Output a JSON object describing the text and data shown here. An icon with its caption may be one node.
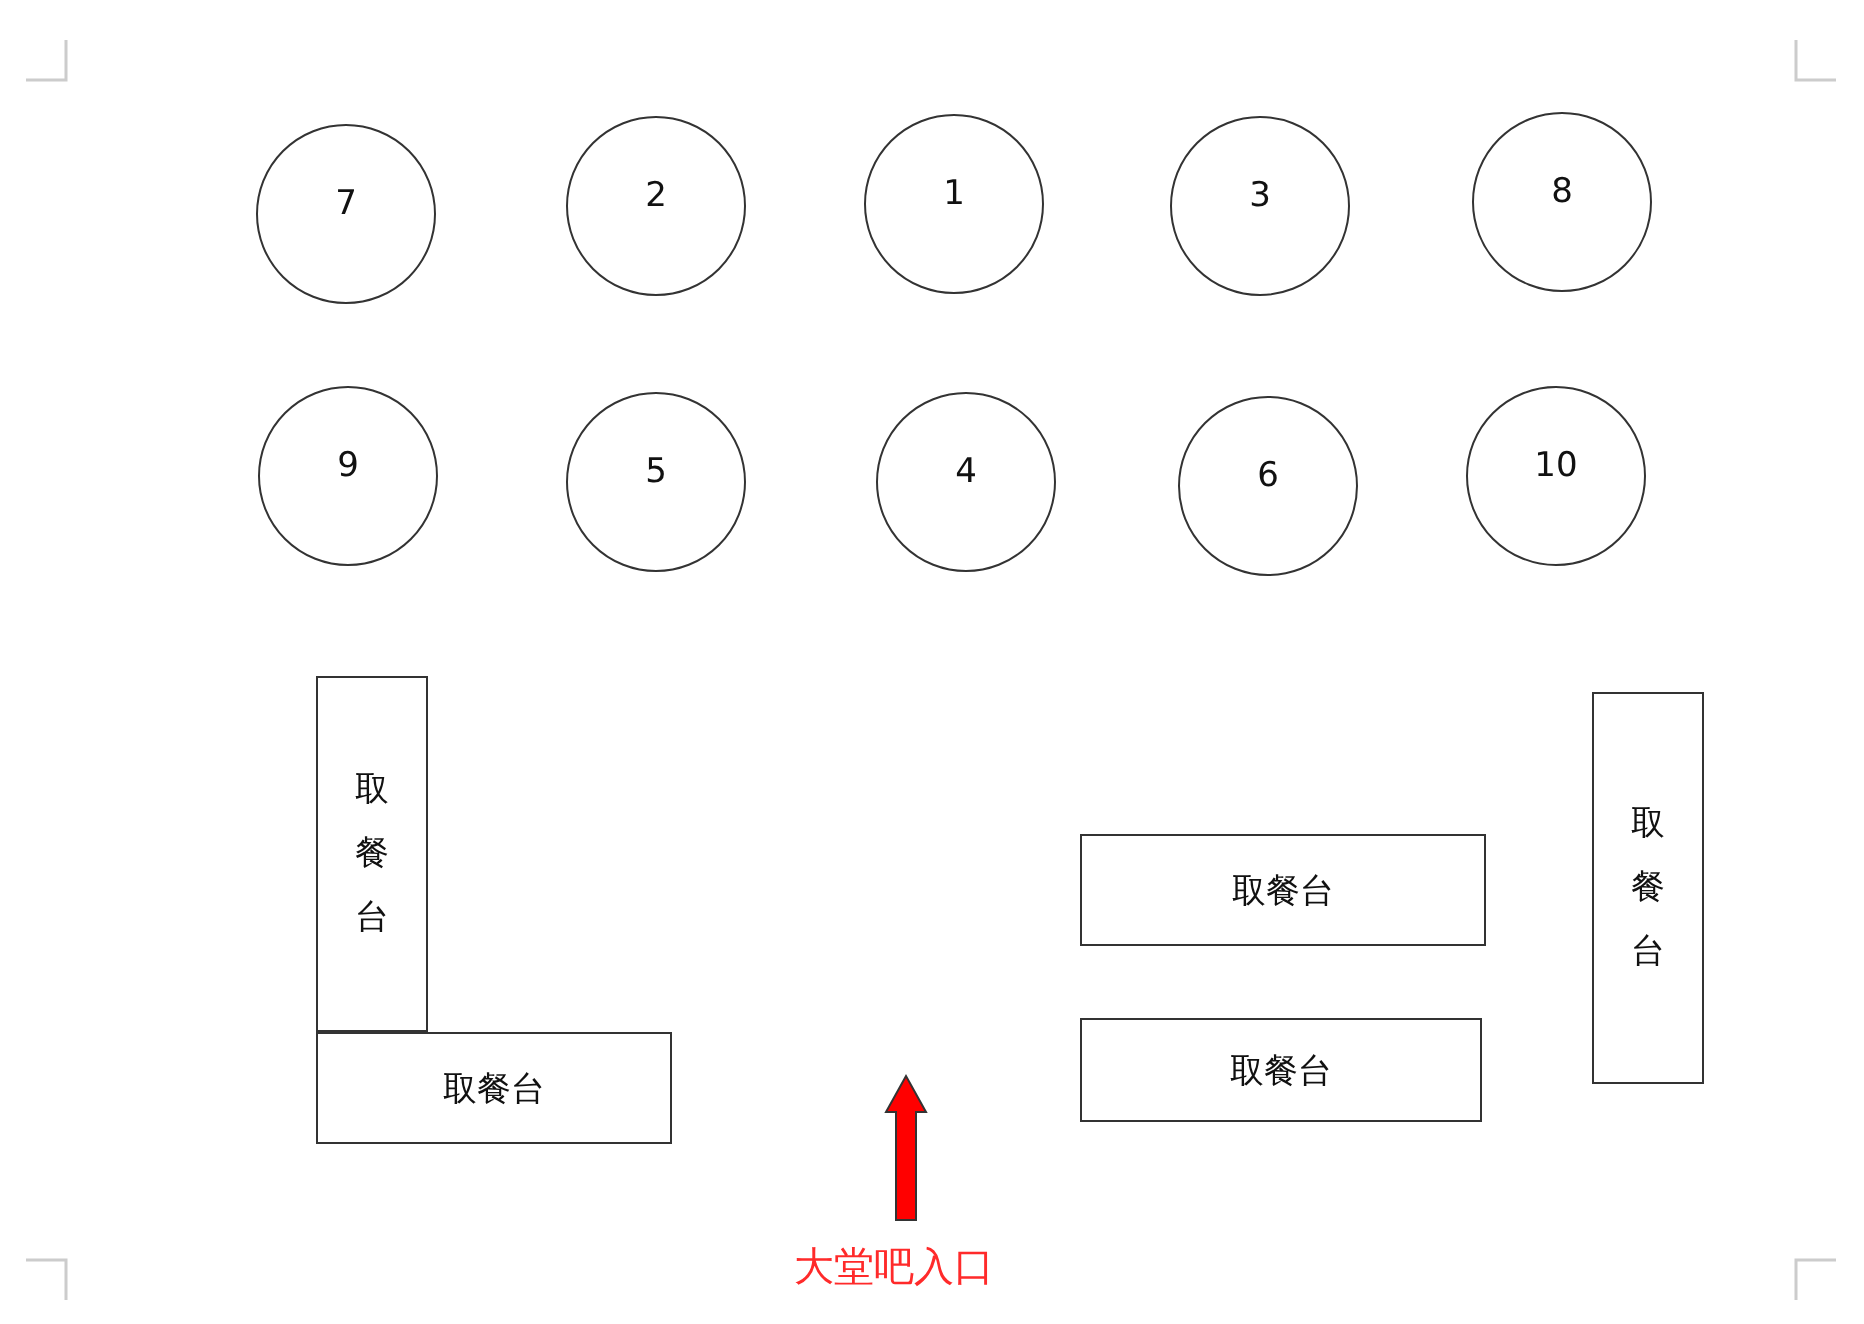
{
  "diagram": {
    "nodes": [
      {
        "text": [
          "7"
        ]
      },
      {
        "text": [
          "2"
        ]
      },
      {
        "text": [
          "1"
        ]
      },
      {
        "text": [
          "3"
        ]
      },
      {
        "text": [
          "8"
        ]
      },
      {
        "text": [
          "9"
        ]
      },
      {
        "text": [
          "5"
        ]
      },
      {
        "text": [
          "4"
        ]
      },
      {
        "text": [
          "6"
        ]
      },
      {
        "text": [
          "10"
        ]
      },
      {
        "text": [
          "取餐台"
        ]
      },
      {
        "text": [
          "取餐台"
        ]
      },
      {
        "text": [
          "取餐台"
        ]
      },
      {
        "text": [
          "取餐台"
        ]
      },
      {
        "text": [
          "取餐台"
        ]
      }
    ],
    "edges": [],
    "labels": [
      "大堂吧入口"
    ]
  }
}
